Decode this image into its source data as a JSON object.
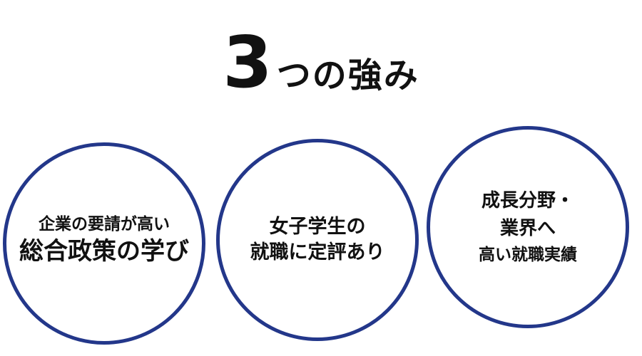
{
  "heading": {
    "number": "3",
    "rest": "つの強み"
  },
  "strengths": [
    {
      "lines": [
        "企業の要請が高い",
        "総合政策の学び"
      ]
    },
    {
      "lines": [
        "女子学生の",
        "就職に定評あり"
      ]
    },
    {
      "lines": [
        "成長分野・",
        "業界へ",
        "高い就職実績"
      ]
    }
  ],
  "colors": {
    "circle_border": "#23378a",
    "text": "#111111",
    "background": "#ffffff"
  }
}
